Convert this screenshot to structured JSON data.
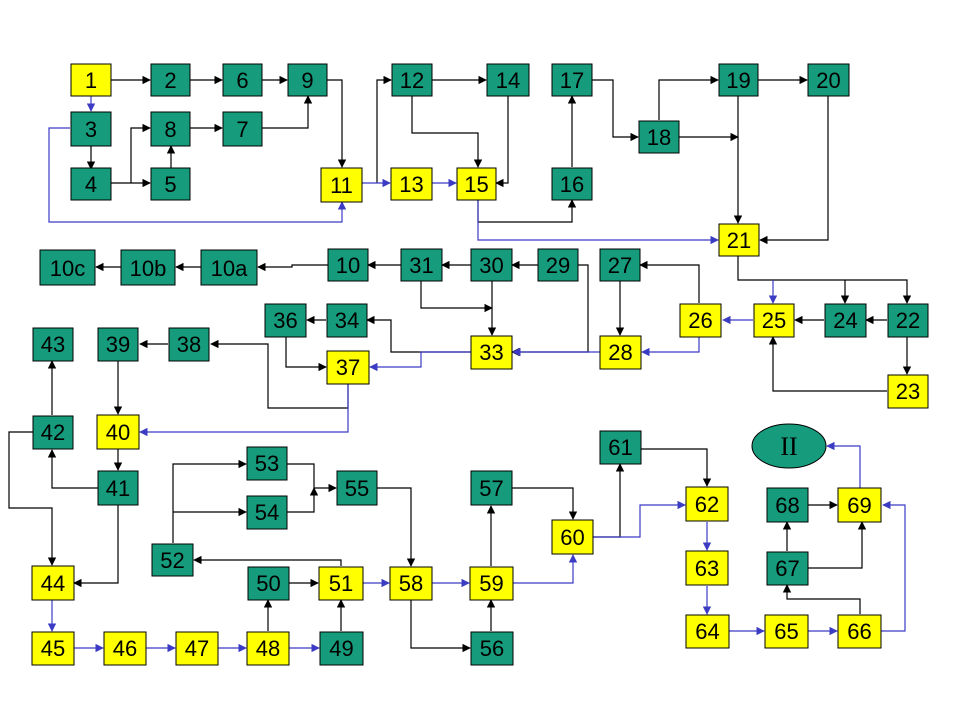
{
  "colors": {
    "green": "#169c7c",
    "yellow": "#ffff00",
    "black_line": "#000000",
    "blue_line": "#3b3bc4",
    "border": "#000000"
  },
  "nodes": [
    {
      "id": "n1",
      "label": "1",
      "color": "yellow"
    },
    {
      "id": "n2",
      "label": "2",
      "color": "green"
    },
    {
      "id": "n6",
      "label": "6",
      "color": "green"
    },
    {
      "id": "n9",
      "label": "9",
      "color": "green"
    },
    {
      "id": "n12",
      "label": "12",
      "color": "green"
    },
    {
      "id": "n14",
      "label": "14",
      "color": "green"
    },
    {
      "id": "n17",
      "label": "17",
      "color": "green"
    },
    {
      "id": "n19",
      "label": "19",
      "color": "green"
    },
    {
      "id": "n20",
      "label": "20",
      "color": "green"
    },
    {
      "id": "n3",
      "label": "3",
      "color": "green"
    },
    {
      "id": "n8",
      "label": "8",
      "color": "green"
    },
    {
      "id": "n7",
      "label": "7",
      "color": "green"
    },
    {
      "id": "n18",
      "label": "18",
      "color": "green"
    },
    {
      "id": "n4",
      "label": "4",
      "color": "green"
    },
    {
      "id": "n5",
      "label": "5",
      "color": "green"
    },
    {
      "id": "n11",
      "label": "11",
      "color": "yellow"
    },
    {
      "id": "n13",
      "label": "13",
      "color": "yellow"
    },
    {
      "id": "n15",
      "label": "15",
      "color": "yellow"
    },
    {
      "id": "n16",
      "label": "16",
      "color": "green"
    },
    {
      "id": "n21",
      "label": "21",
      "color": "yellow"
    },
    {
      "id": "n10c",
      "label": "10c",
      "color": "green"
    },
    {
      "id": "n10b",
      "label": "10b",
      "color": "green"
    },
    {
      "id": "n10a",
      "label": "10a",
      "color": "green"
    },
    {
      "id": "n10",
      "label": "10",
      "color": "green"
    },
    {
      "id": "n31",
      "label": "31",
      "color": "green"
    },
    {
      "id": "n30",
      "label": "30",
      "color": "green"
    },
    {
      "id": "n29",
      "label": "29",
      "color": "green"
    },
    {
      "id": "n27",
      "label": "27",
      "color": "green"
    },
    {
      "id": "n36",
      "label": "36",
      "color": "green"
    },
    {
      "id": "n34",
      "label": "34",
      "color": "green"
    },
    {
      "id": "n26",
      "label": "26",
      "color": "yellow"
    },
    {
      "id": "n25",
      "label": "25",
      "color": "yellow"
    },
    {
      "id": "n24",
      "label": "24",
      "color": "green"
    },
    {
      "id": "n22",
      "label": "22",
      "color": "green"
    },
    {
      "id": "n43",
      "label": "43",
      "color": "green"
    },
    {
      "id": "n39",
      "label": "39",
      "color": "green"
    },
    {
      "id": "n38",
      "label": "38",
      "color": "green"
    },
    {
      "id": "n37",
      "label": "37",
      "color": "yellow"
    },
    {
      "id": "n33",
      "label": "33",
      "color": "yellow"
    },
    {
      "id": "n28",
      "label": "28",
      "color": "yellow"
    },
    {
      "id": "n23",
      "label": "23",
      "color": "yellow"
    },
    {
      "id": "n42",
      "label": "42",
      "color": "green"
    },
    {
      "id": "n40",
      "label": "40",
      "color": "yellow"
    },
    {
      "id": "n61",
      "label": "61",
      "color": "green"
    },
    {
      "id": "n53",
      "label": "53",
      "color": "green"
    },
    {
      "id": "n41",
      "label": "41",
      "color": "green"
    },
    {
      "id": "n55",
      "label": "55",
      "color": "green"
    },
    {
      "id": "n57",
      "label": "57",
      "color": "green"
    },
    {
      "id": "n62",
      "label": "62",
      "color": "yellow"
    },
    {
      "id": "n68",
      "label": "68",
      "color": "green"
    },
    {
      "id": "n69",
      "label": "69",
      "color": "yellow"
    },
    {
      "id": "n54",
      "label": "54",
      "color": "green"
    },
    {
      "id": "n60",
      "label": "60",
      "color": "yellow"
    },
    {
      "id": "n52",
      "label": "52",
      "color": "green"
    },
    {
      "id": "n63",
      "label": "63",
      "color": "yellow"
    },
    {
      "id": "n67",
      "label": "67",
      "color": "green"
    },
    {
      "id": "n44",
      "label": "44",
      "color": "yellow"
    },
    {
      "id": "n50",
      "label": "50",
      "color": "green"
    },
    {
      "id": "n51",
      "label": "51",
      "color": "yellow"
    },
    {
      "id": "n58",
      "label": "58",
      "color": "yellow"
    },
    {
      "id": "n59",
      "label": "59",
      "color": "yellow"
    },
    {
      "id": "n64",
      "label": "64",
      "color": "yellow"
    },
    {
      "id": "n65",
      "label": "65",
      "color": "yellow"
    },
    {
      "id": "n66",
      "label": "66",
      "color": "yellow"
    },
    {
      "id": "n45",
      "label": "45",
      "color": "yellow"
    },
    {
      "id": "n46",
      "label": "46",
      "color": "yellow"
    },
    {
      "id": "n47",
      "label": "47",
      "color": "yellow"
    },
    {
      "id": "n48",
      "label": "48",
      "color": "yellow"
    },
    {
      "id": "n49",
      "label": "49",
      "color": "green"
    },
    {
      "id": "n56",
      "label": "56",
      "color": "green"
    }
  ],
  "terminal": {
    "id": "nII",
    "label": "II"
  },
  "edges": [
    {
      "from": "1",
      "to": "2",
      "color": "black"
    },
    {
      "from": "2",
      "to": "6",
      "color": "black"
    },
    {
      "from": "6",
      "to": "9",
      "color": "black"
    },
    {
      "from": "1",
      "to": "3",
      "color": "blue"
    },
    {
      "from": "3",
      "to": "4",
      "color": "black"
    },
    {
      "from": "4",
      "to": "5",
      "color": "black"
    },
    {
      "from": "4",
      "to": "8",
      "color": "black"
    },
    {
      "from": "5",
      "to": "8",
      "color": "black"
    },
    {
      "from": "8",
      "to": "7",
      "color": "black"
    },
    {
      "from": "7",
      "to": "9",
      "color": "black"
    },
    {
      "from": "9",
      "to": "11",
      "color": "black"
    },
    {
      "from": "3",
      "to": "11",
      "color": "blue"
    },
    {
      "from": "11",
      "to": "12",
      "color": "black"
    },
    {
      "from": "11",
      "to": "13",
      "color": "blue"
    },
    {
      "from": "13",
      "to": "15",
      "color": "blue"
    },
    {
      "from": "12",
      "to": "14",
      "color": "black"
    },
    {
      "from": "12",
      "to": "15",
      "color": "black"
    },
    {
      "from": "14",
      "to": "15",
      "color": "black"
    },
    {
      "from": "15",
      "to": "16",
      "color": "black"
    },
    {
      "from": "15",
      "to": "21",
      "color": "blue"
    },
    {
      "from": "16",
      "to": "17",
      "color": "black"
    },
    {
      "from": "17",
      "to": "18",
      "color": "black"
    },
    {
      "from": "18",
      "to": "19",
      "color": "black"
    },
    {
      "from": "19",
      "to": "20",
      "color": "black"
    },
    {
      "from": "18",
      "to": "21",
      "color": "black"
    },
    {
      "from": "19",
      "to": "21",
      "color": "black"
    },
    {
      "from": "20",
      "to": "21",
      "color": "black"
    },
    {
      "from": "21",
      "to": "22",
      "color": "black"
    },
    {
      "from": "21",
      "to": "24",
      "color": "black"
    },
    {
      "from": "21",
      "to": "25",
      "color": "blue"
    },
    {
      "from": "22",
      "to": "24",
      "color": "black"
    },
    {
      "from": "22",
      "to": "23",
      "color": "black"
    },
    {
      "from": "23",
      "to": "25",
      "color": "black"
    },
    {
      "from": "24",
      "to": "25",
      "color": "black"
    },
    {
      "from": "25",
      "to": "26",
      "color": "blue"
    },
    {
      "from": "26",
      "to": "27",
      "color": "black"
    },
    {
      "from": "26",
      "to": "28",
      "color": "blue"
    },
    {
      "from": "27",
      "to": "28",
      "color": "black"
    },
    {
      "from": "28",
      "to": "33",
      "color": "blue"
    },
    {
      "from": "29",
      "to": "30",
      "color": "black"
    },
    {
      "from": "29",
      "to": "33",
      "color": "black"
    },
    {
      "from": "30",
      "to": "31",
      "color": "black"
    },
    {
      "from": "30",
      "to": "33",
      "color": "black"
    },
    {
      "from": "31",
      "to": "33",
      "color": "black"
    },
    {
      "from": "31",
      "to": "10",
      "color": "black"
    },
    {
      "from": "10",
      "to": "10a",
      "color": "black"
    },
    {
      "from": "10a",
      "to": "10b",
      "color": "black"
    },
    {
      "from": "10b",
      "to": "10c",
      "color": "black"
    },
    {
      "from": "33",
      "to": "37",
      "color": "blue"
    },
    {
      "from": "33",
      "to": "34",
      "color": "black"
    },
    {
      "from": "34",
      "to": "36",
      "color": "black"
    },
    {
      "from": "36",
      "to": "37",
      "color": "black"
    },
    {
      "from": "37",
      "to": "40",
      "color": "blue"
    },
    {
      "from": "37",
      "to": "38",
      "color": "black"
    },
    {
      "from": "38",
      "to": "39",
      "color": "black"
    },
    {
      "from": "39",
      "to": "40",
      "color": "black"
    },
    {
      "from": "40",
      "to": "41",
      "color": "black"
    },
    {
      "from": "41",
      "to": "42",
      "color": "black"
    },
    {
      "from": "42",
      "to": "43",
      "color": "black"
    },
    {
      "from": "41",
      "to": "44",
      "color": "black"
    },
    {
      "from": "42",
      "to": "44",
      "color": "black"
    },
    {
      "from": "44",
      "to": "45",
      "color": "blue"
    },
    {
      "from": "45",
      "to": "46",
      "color": "blue"
    },
    {
      "from": "46",
      "to": "47",
      "color": "blue"
    },
    {
      "from": "47",
      "to": "48",
      "color": "blue"
    },
    {
      "from": "48",
      "to": "49",
      "color": "blue"
    },
    {
      "from": "48",
      "to": "50",
      "color": "black"
    },
    {
      "from": "49",
      "to": "51",
      "color": "black"
    },
    {
      "from": "50",
      "to": "51",
      "color": "black"
    },
    {
      "from": "51",
      "to": "58",
      "color": "blue"
    },
    {
      "from": "51",
      "to": "52",
      "color": "black"
    },
    {
      "from": "52",
      "to": "53",
      "color": "black"
    },
    {
      "from": "52",
      "to": "54",
      "color": "black"
    },
    {
      "from": "53",
      "to": "55",
      "color": "black"
    },
    {
      "from": "54",
      "to": "55",
      "color": "black"
    },
    {
      "from": "55",
      "to": "58",
      "color": "black"
    },
    {
      "from": "58",
      "to": "59",
      "color": "blue"
    },
    {
      "from": "58",
      "to": "56",
      "color": "black"
    },
    {
      "from": "56",
      "to": "59",
      "color": "black"
    },
    {
      "from": "59",
      "to": "57",
      "color": "black"
    },
    {
      "from": "57",
      "to": "60",
      "color": "black"
    },
    {
      "from": "59",
      "to": "60",
      "color": "blue"
    },
    {
      "from": "60",
      "to": "61",
      "color": "black"
    },
    {
      "from": "60",
      "to": "62",
      "color": "blue"
    },
    {
      "from": "61",
      "to": "62",
      "color": "black"
    },
    {
      "from": "62",
      "to": "63",
      "color": "blue"
    },
    {
      "from": "63",
      "to": "64",
      "color": "blue"
    },
    {
      "from": "64",
      "to": "65",
      "color": "blue"
    },
    {
      "from": "65",
      "to": "66",
      "color": "blue"
    },
    {
      "from": "66",
      "to": "67",
      "color": "black"
    },
    {
      "from": "67",
      "to": "68",
      "color": "black"
    },
    {
      "from": "67",
      "to": "69",
      "color": "black"
    },
    {
      "from": "68",
      "to": "69",
      "color": "black"
    },
    {
      "from": "66",
      "to": "69",
      "color": "blue"
    },
    {
      "from": "69",
      "to": "II",
      "color": "blue"
    }
  ]
}
